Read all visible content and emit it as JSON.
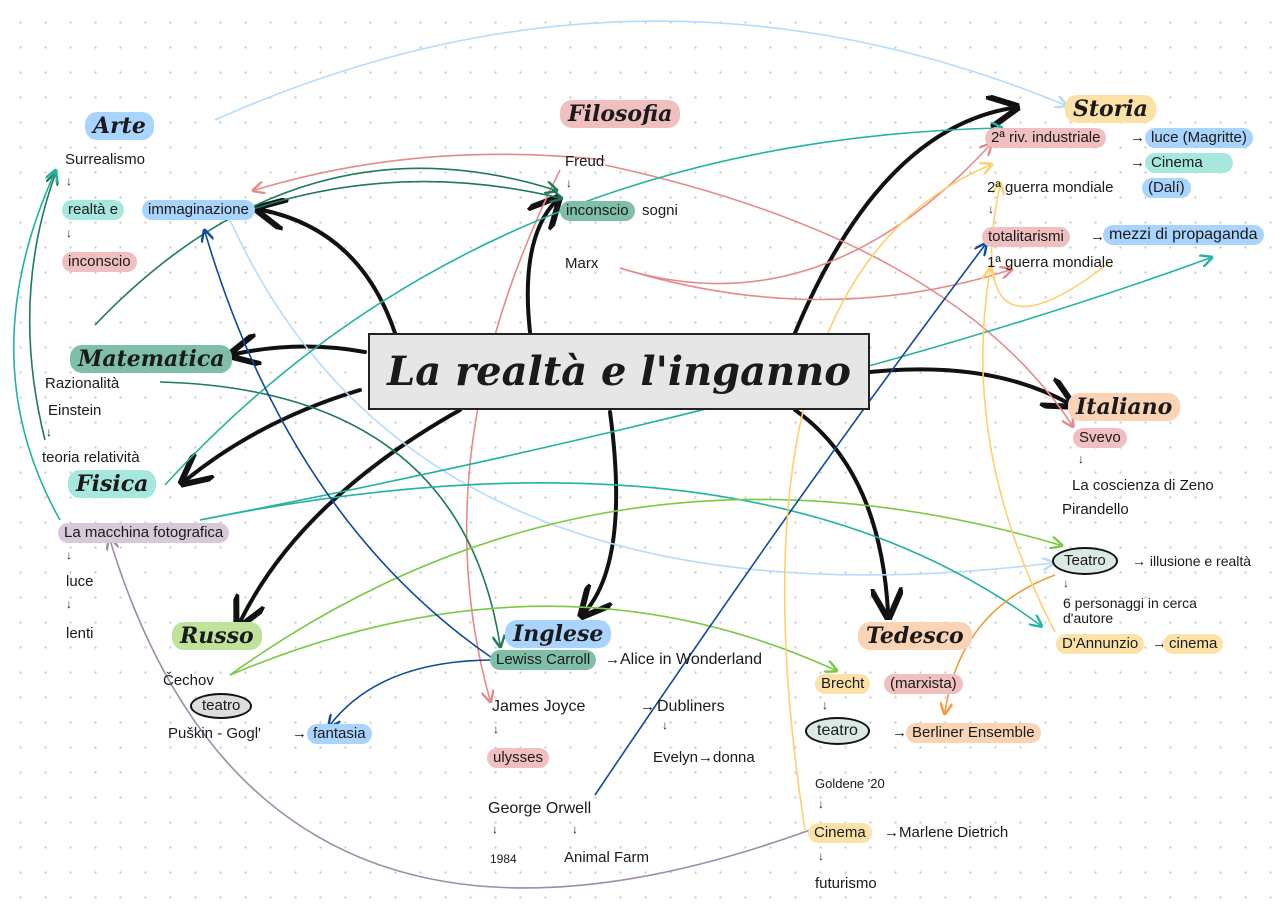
{
  "title": "La realtà e l'inganno",
  "arte": {
    "heading": "Arte",
    "items": [
      "Surrealismo",
      "realtà e",
      "immaginazione",
      "inconscio"
    ]
  },
  "filosofia": {
    "heading": "Filosofia",
    "items": [
      "Freud",
      "inconscio",
      "sogni",
      "Marx"
    ]
  },
  "storia": {
    "heading": "Storia",
    "items": [
      "2ª riv. industriale",
      "luce (Magritte)",
      "Cinema",
      "2ª guerra mondiale",
      "(Dalí)",
      "totalitarismi",
      "mezzi di propaganda",
      "1ª guerra mondiale"
    ]
  },
  "matematica": {
    "heading": "Matematica",
    "items": [
      "Razionalità",
      "Einstein",
      "teoria relatività"
    ]
  },
  "fisica": {
    "heading": "Fisica",
    "items": [
      "La macchina fotografica",
      "luce",
      "lenti"
    ]
  },
  "italiano": {
    "heading": "Italiano",
    "items": [
      "Svevo",
      "La coscienza di Zeno",
      "Pirandello",
      "Teatro",
      "illusione e realtà",
      "6 personaggi in cerca d'autore",
      "D'Annunzio",
      "cinema"
    ]
  },
  "russo": {
    "heading": "Russo",
    "items": [
      "Čechov",
      "teatro",
      "Puškin - Gogl'",
      "fantasia"
    ]
  },
  "inglese": {
    "heading": "Inglese",
    "items": [
      "Lewiss Carroll",
      "Alice in Wonderland",
      "James Joyce",
      "Dubliners",
      "ulysses",
      "Evelyn",
      "donna",
      "George Orwell",
      "1984",
      "Animal Farm"
    ]
  },
  "tedesco": {
    "heading": "Tedesco",
    "items": [
      "Brecht",
      "(marxista)",
      "teatro",
      "Berliner Ensemble",
      "Goldene '20",
      "Cinema",
      "Marlene Dietrich",
      "futurismo"
    ]
  },
  "colors": {
    "black": "#111111",
    "pink": "#e58a8a",
    "lightblue": "#b5dcff",
    "darkgreen": "#1e7a5a",
    "teal": "#22b3a0",
    "lime": "#7ac943",
    "navy": "#0d4a9a",
    "purple": "#a08aa8",
    "yellow": "#ffcf6b",
    "orange": "#f39a3a"
  }
}
